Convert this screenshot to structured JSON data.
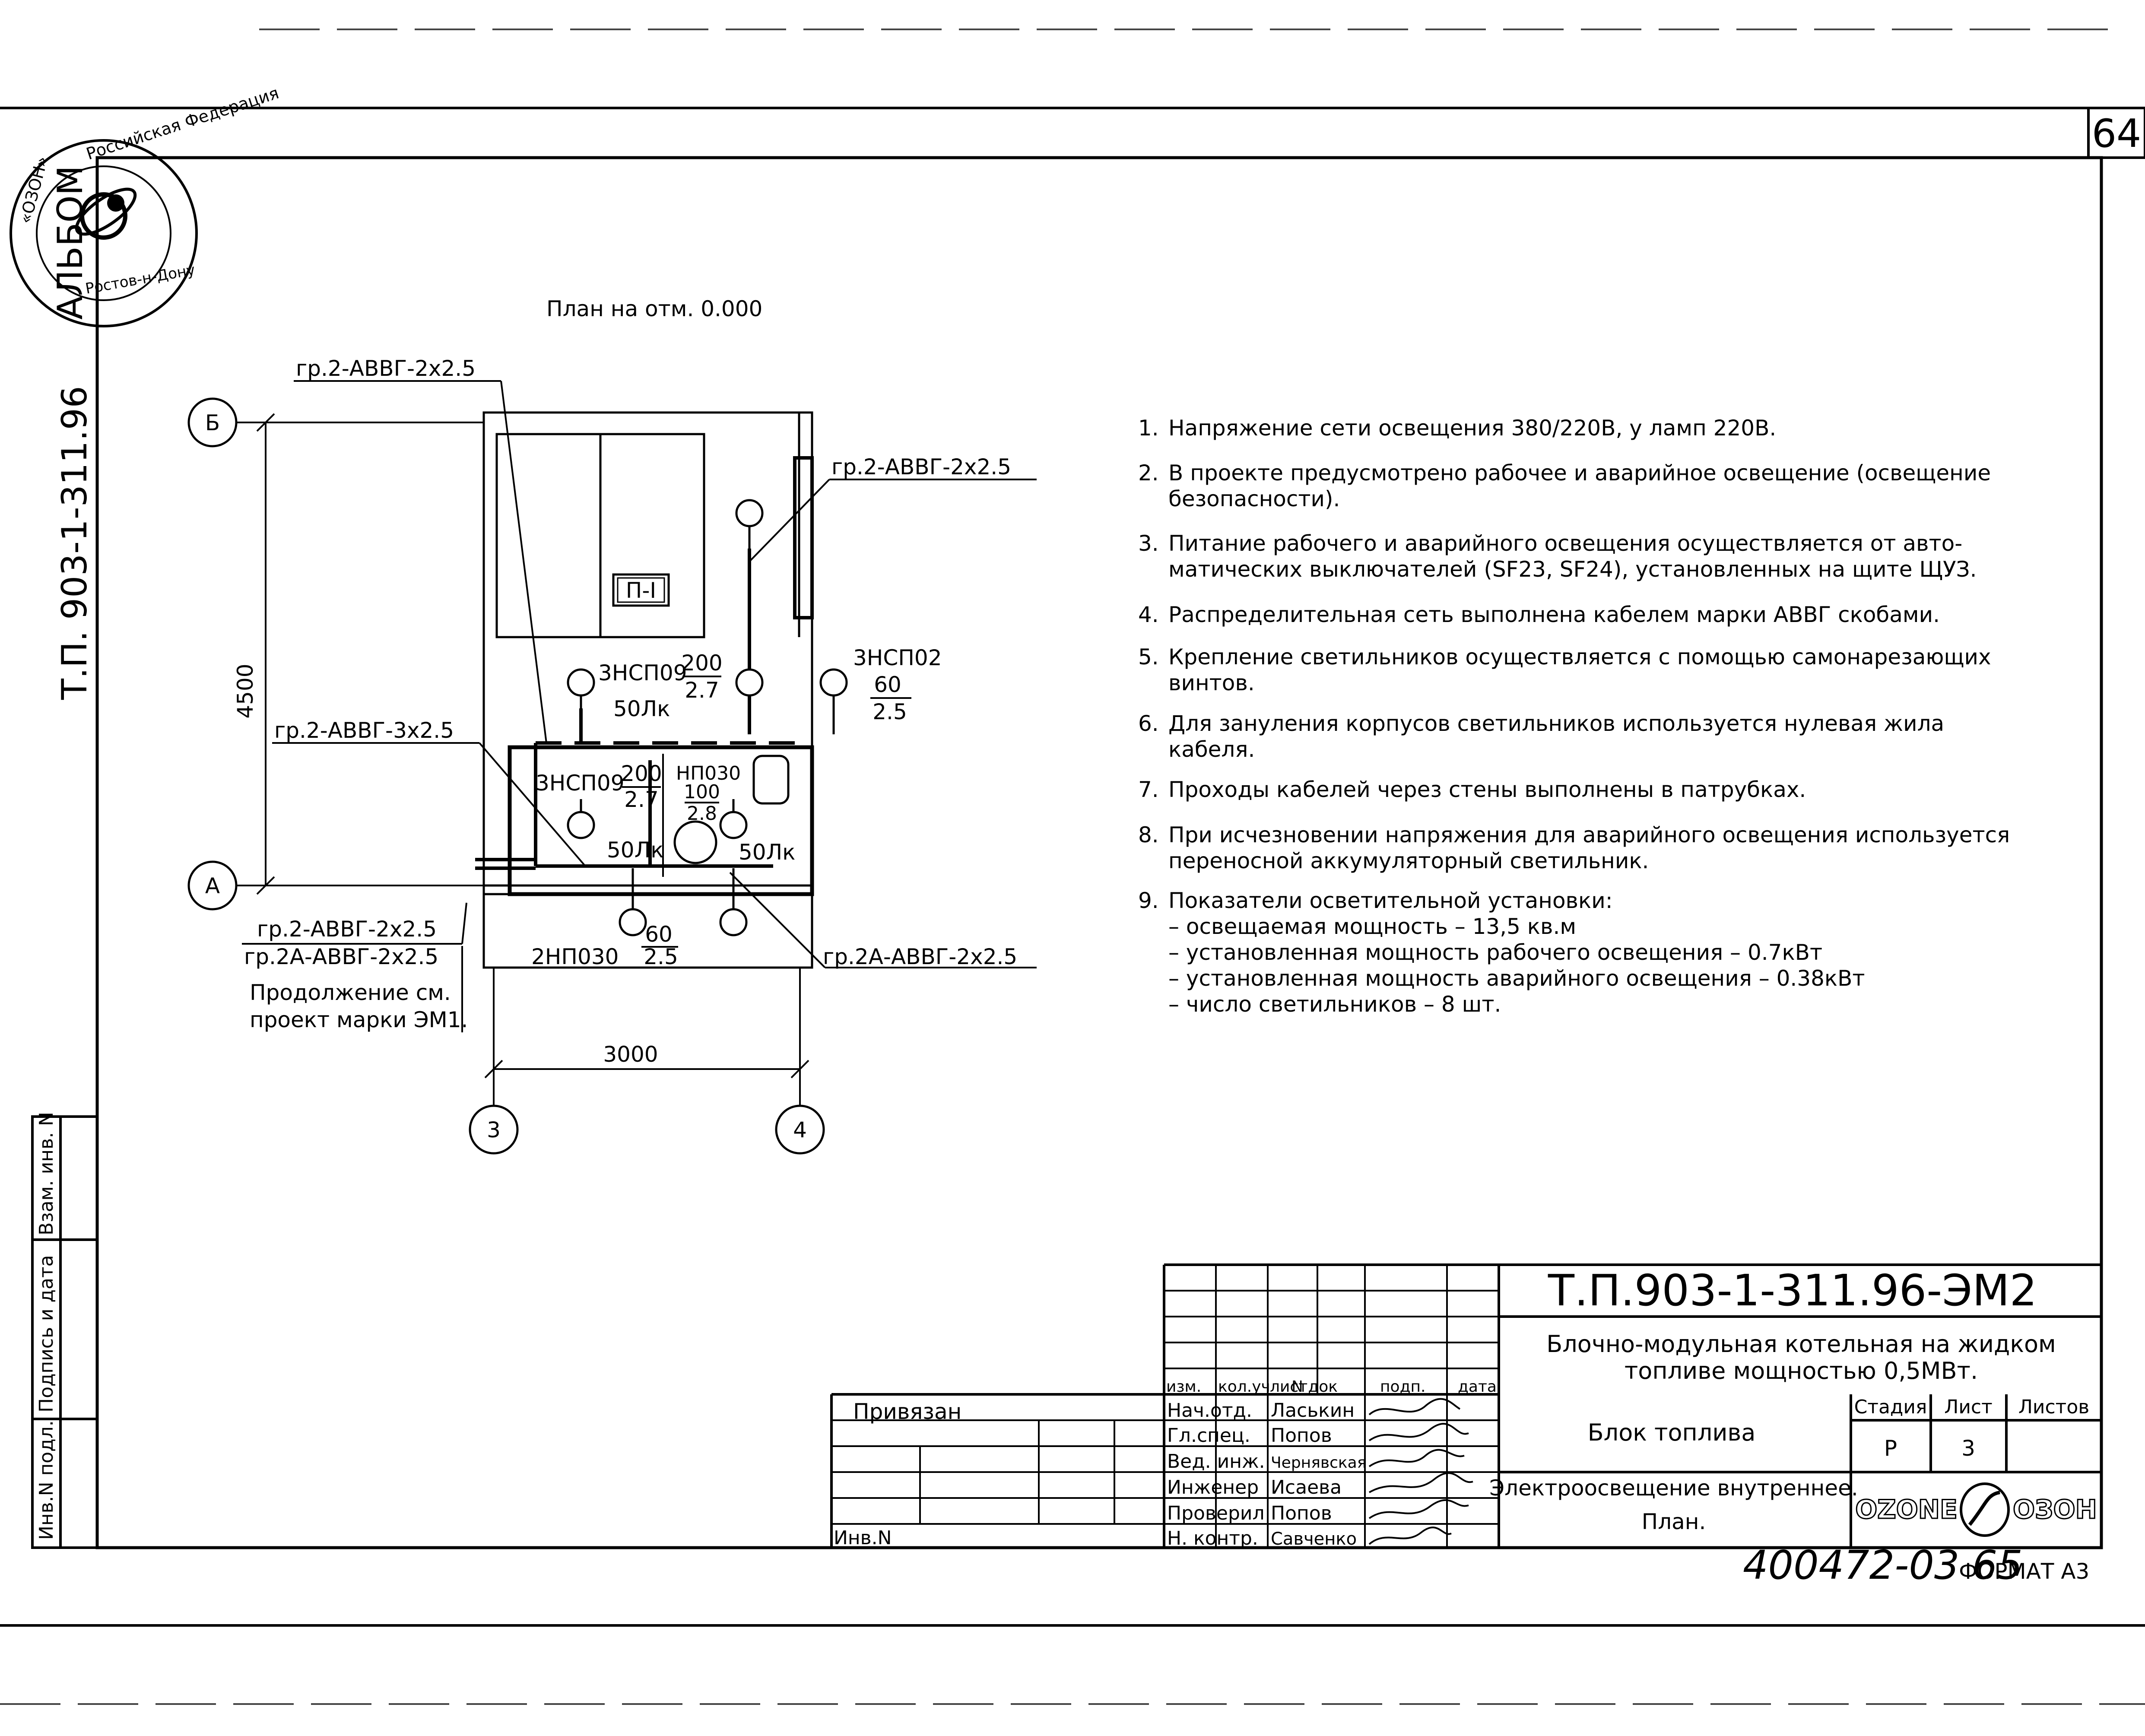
{
  "sheet_number": "64",
  "side_title": "Т.П. 903-1-311.96",
  "side_album": "АЛЬБОМ",
  "stamp": {
    "ring_top": "Российская Федерация",
    "ring_name": "«ОЗОН»",
    "ring_bottom": "Ростов-н-Дону"
  },
  "plan": {
    "title": "План на отм. 0.000",
    "axis_b": "Б",
    "axis_a": "А",
    "axis_3": "3",
    "axis_4": "4",
    "dim_vertical": "4500",
    "dim_horizontal": "3000",
    "room_label": "П-I",
    "cable_top_left": "гр.2-АВВГ-2х2.5",
    "cable_top_right": "гр.2-АВВГ-2х2.5",
    "cable_mid_left": "гр.2-АВВГ-3х2.5",
    "cable_bottom_left_1": "гр.2-АВВГ-2х2.5",
    "cable_bottom_left_2": "гр.2А-АВВГ-2х2.5",
    "cable_bottom_right": "гр.2А-АВВГ-2х2.5",
    "continuation_1": "Продолжение см.",
    "continuation_2": "проект марки ЭМ1.",
    "lamp1_name": "3НСП09",
    "lamp1_num": "200",
    "lamp1_den": "2.7",
    "lamp1_lux": "50Лк",
    "lamp2_name": "3НСП02",
    "lamp2_num": "60",
    "lamp2_den": "2.5",
    "lamp3_name": "3НСП09",
    "lamp3_num": "200",
    "lamp3_den": "2.7",
    "lamp3_lux": "50Лк",
    "lamp4_name": "НП030",
    "lamp4_num": "100",
    "lamp4_den": "2.8",
    "lamp4_lux": "50Лк",
    "lamp5_name": "2НП030",
    "lamp5_num": "60",
    "lamp5_den": "2.5"
  },
  "notes": [
    {
      "n": "1.",
      "lines": [
        "Напряжение сети освещения 380/220В, у ламп 220В."
      ]
    },
    {
      "n": "2.",
      "lines": [
        "В проекте предусмотрено рабочее и аварийное освещение (освещение",
        "безопасности)."
      ]
    },
    {
      "n": "3.",
      "lines": [
        "Питание рабочего и аварийного освещения осуществляется от авто-",
        "матических выключателей (SF23, SF24), установленных на щите ЩУЗ."
      ]
    },
    {
      "n": "4.",
      "lines": [
        "Распределительная сеть выполнена кабелем марки АВВГ скобами."
      ]
    },
    {
      "n": "5.",
      "lines": [
        "Крепление светильников осуществляется с помощью самонарезающих",
        "винтов."
      ]
    },
    {
      "n": "6.",
      "lines": [
        "Для зануления корпусов светильников используется нулевая жила",
        "кабеля."
      ]
    },
    {
      "n": "7.",
      "lines": [
        "Проходы кабелей через стены выполнены в патрубках."
      ]
    },
    {
      "n": "8.",
      "lines": [
        "При исчезновении напряжения для аварийного освещения используется",
        "переносной аккумуляторный светильник."
      ]
    },
    {
      "n": "9.",
      "lines": [
        "Показатели осветительной установки:",
        "– освещаемая мощность – 13,5 кв.м",
        "– установленная мощность рабочего освещения – 0.7кВт",
        "– установленная мощность аварийного освещения – 0.38кВт",
        "– число светильников – 8 шт."
      ]
    }
  ],
  "left_block": {
    "vzam": "Взам. инв. N",
    "podpis": "Подпись и дата",
    "inv_podl": "Инв.N подл."
  },
  "title_block": {
    "doc_code": "Т.П.903-1-311.96-ЭМ2",
    "project_title_1": "Блочно-модульная котельная на жидком",
    "project_title_2": "топливе мощностью 0,5МВт.",
    "block_name": "Блок топлива",
    "sheet_title_1": "Электроосвещение внутреннее.",
    "sheet_title_2": "План.",
    "stage_h": "Стадия",
    "sheet_h": "Лист",
    "sheets_h": "Листов",
    "stage": "Р",
    "sheet": "3",
    "sheets": "",
    "hdr_izm": "изм.",
    "hdr_koluch": "кол.уч",
    "hdr_list": "лист",
    "hdr_ndok": "N док",
    "hdr_podp": "подп.",
    "hdr_data": "дата",
    "privyazan": "Привязан",
    "inv_n": "Инв.N",
    "roles": [
      "Нач.отд.",
      "Гл.спец.",
      "Вед. инж.",
      "Инженер",
      "Проверил",
      "Н. контр."
    ],
    "names": [
      "Ласькин",
      "Попов",
      "Чернявская",
      "Исаева",
      "Попов",
      "Савченко"
    ],
    "logo_left": "OZONE",
    "logo_right": "ОЗОН",
    "handwritten": "400472-03 65",
    "format": "ФОРМАТ А3"
  }
}
